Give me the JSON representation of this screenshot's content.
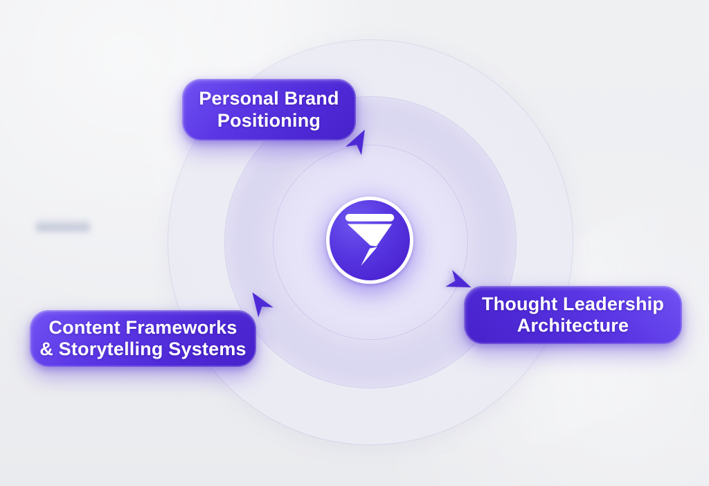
{
  "diagram": {
    "type": "cycle",
    "center_icon": "funnel-icon",
    "nodes": {
      "top": {
        "line1": "Personal Brand",
        "line2": "Positioning"
      },
      "right": {
        "line1": "Thought Leadership",
        "line2": "Architecture"
      },
      "left": {
        "line1": "Content Frameworks",
        "line2": "& Storytelling Systems"
      }
    },
    "arrows": [
      "cycle-arrow-top",
      "cycle-arrow-right",
      "cycle-arrow-left"
    ],
    "colors": {
      "background": "#eef0f2",
      "ring_outer_band": "#ebebf4",
      "ring_middle_band": "#dbd8f1",
      "ring_inner_fill": "#e4e1f7",
      "node_purple_light": "#7152f4",
      "node_purple_dark": "#4722ca",
      "center_purple_light": "#6e55f0",
      "center_purple_dark": "#4519c9",
      "arrow_purple": "#4e2ad6",
      "text_white": "#ffffff",
      "center_ring_white": "#ffffff"
    }
  }
}
